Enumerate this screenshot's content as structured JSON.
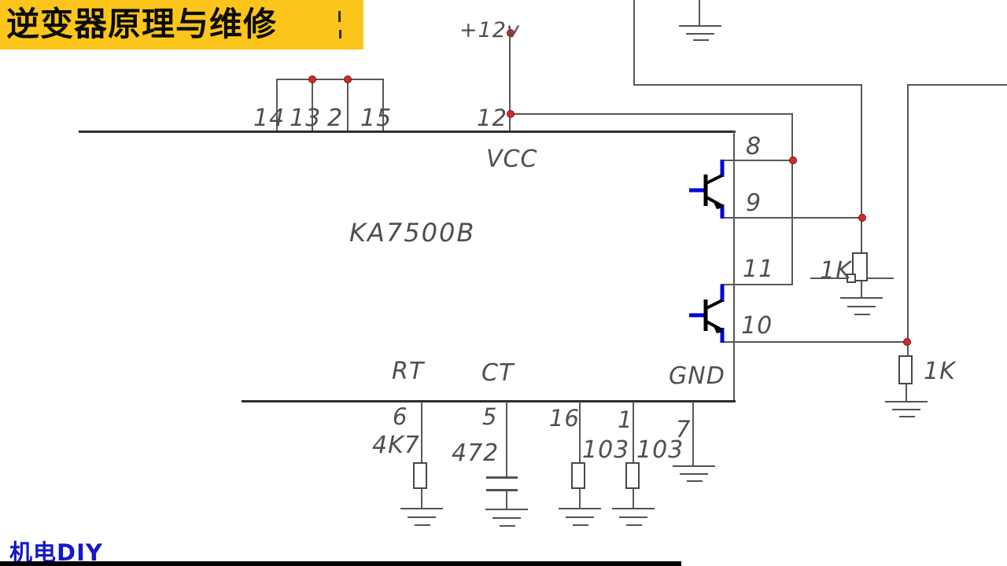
{
  "banner": {
    "title": "逆变器原理与维修",
    "bg_color": "#fbc51b",
    "text_color": "#0b0b0b"
  },
  "watermark": {
    "text": "机电DIY",
    "color": "#1418c8"
  },
  "schematic": {
    "chip_name": "KA7500B",
    "supply_label": "+12v",
    "ic_labels": {
      "vcc": "VCC",
      "rt": "RT",
      "ct": "CT",
      "gnd": "GND"
    },
    "pins": {
      "top_group": {
        "p14": "14",
        "p13": "13",
        "p2": "2",
        "p15": "15"
      },
      "vcc_pin": "12",
      "right": {
        "p8": "8",
        "p9": "9",
        "p11": "11",
        "p10": "10"
      },
      "bottom": {
        "p6": "6",
        "p5": "5",
        "p16": "16",
        "p1": "1",
        "p7": "7"
      }
    },
    "components": {
      "rt_resistor": "4K7",
      "ct_capacitor": "472",
      "cap_pin16": "103",
      "cap_pin1": "103",
      "drive_resistor": "1K",
      "output_resistor": "1K"
    },
    "colors": {
      "wire": "#585858",
      "ic_outline": "#2e2e2e",
      "junction_dot": "#d22b2b",
      "transistor_lead": "#0000d8",
      "label_text": "#4f4f4f"
    }
  }
}
